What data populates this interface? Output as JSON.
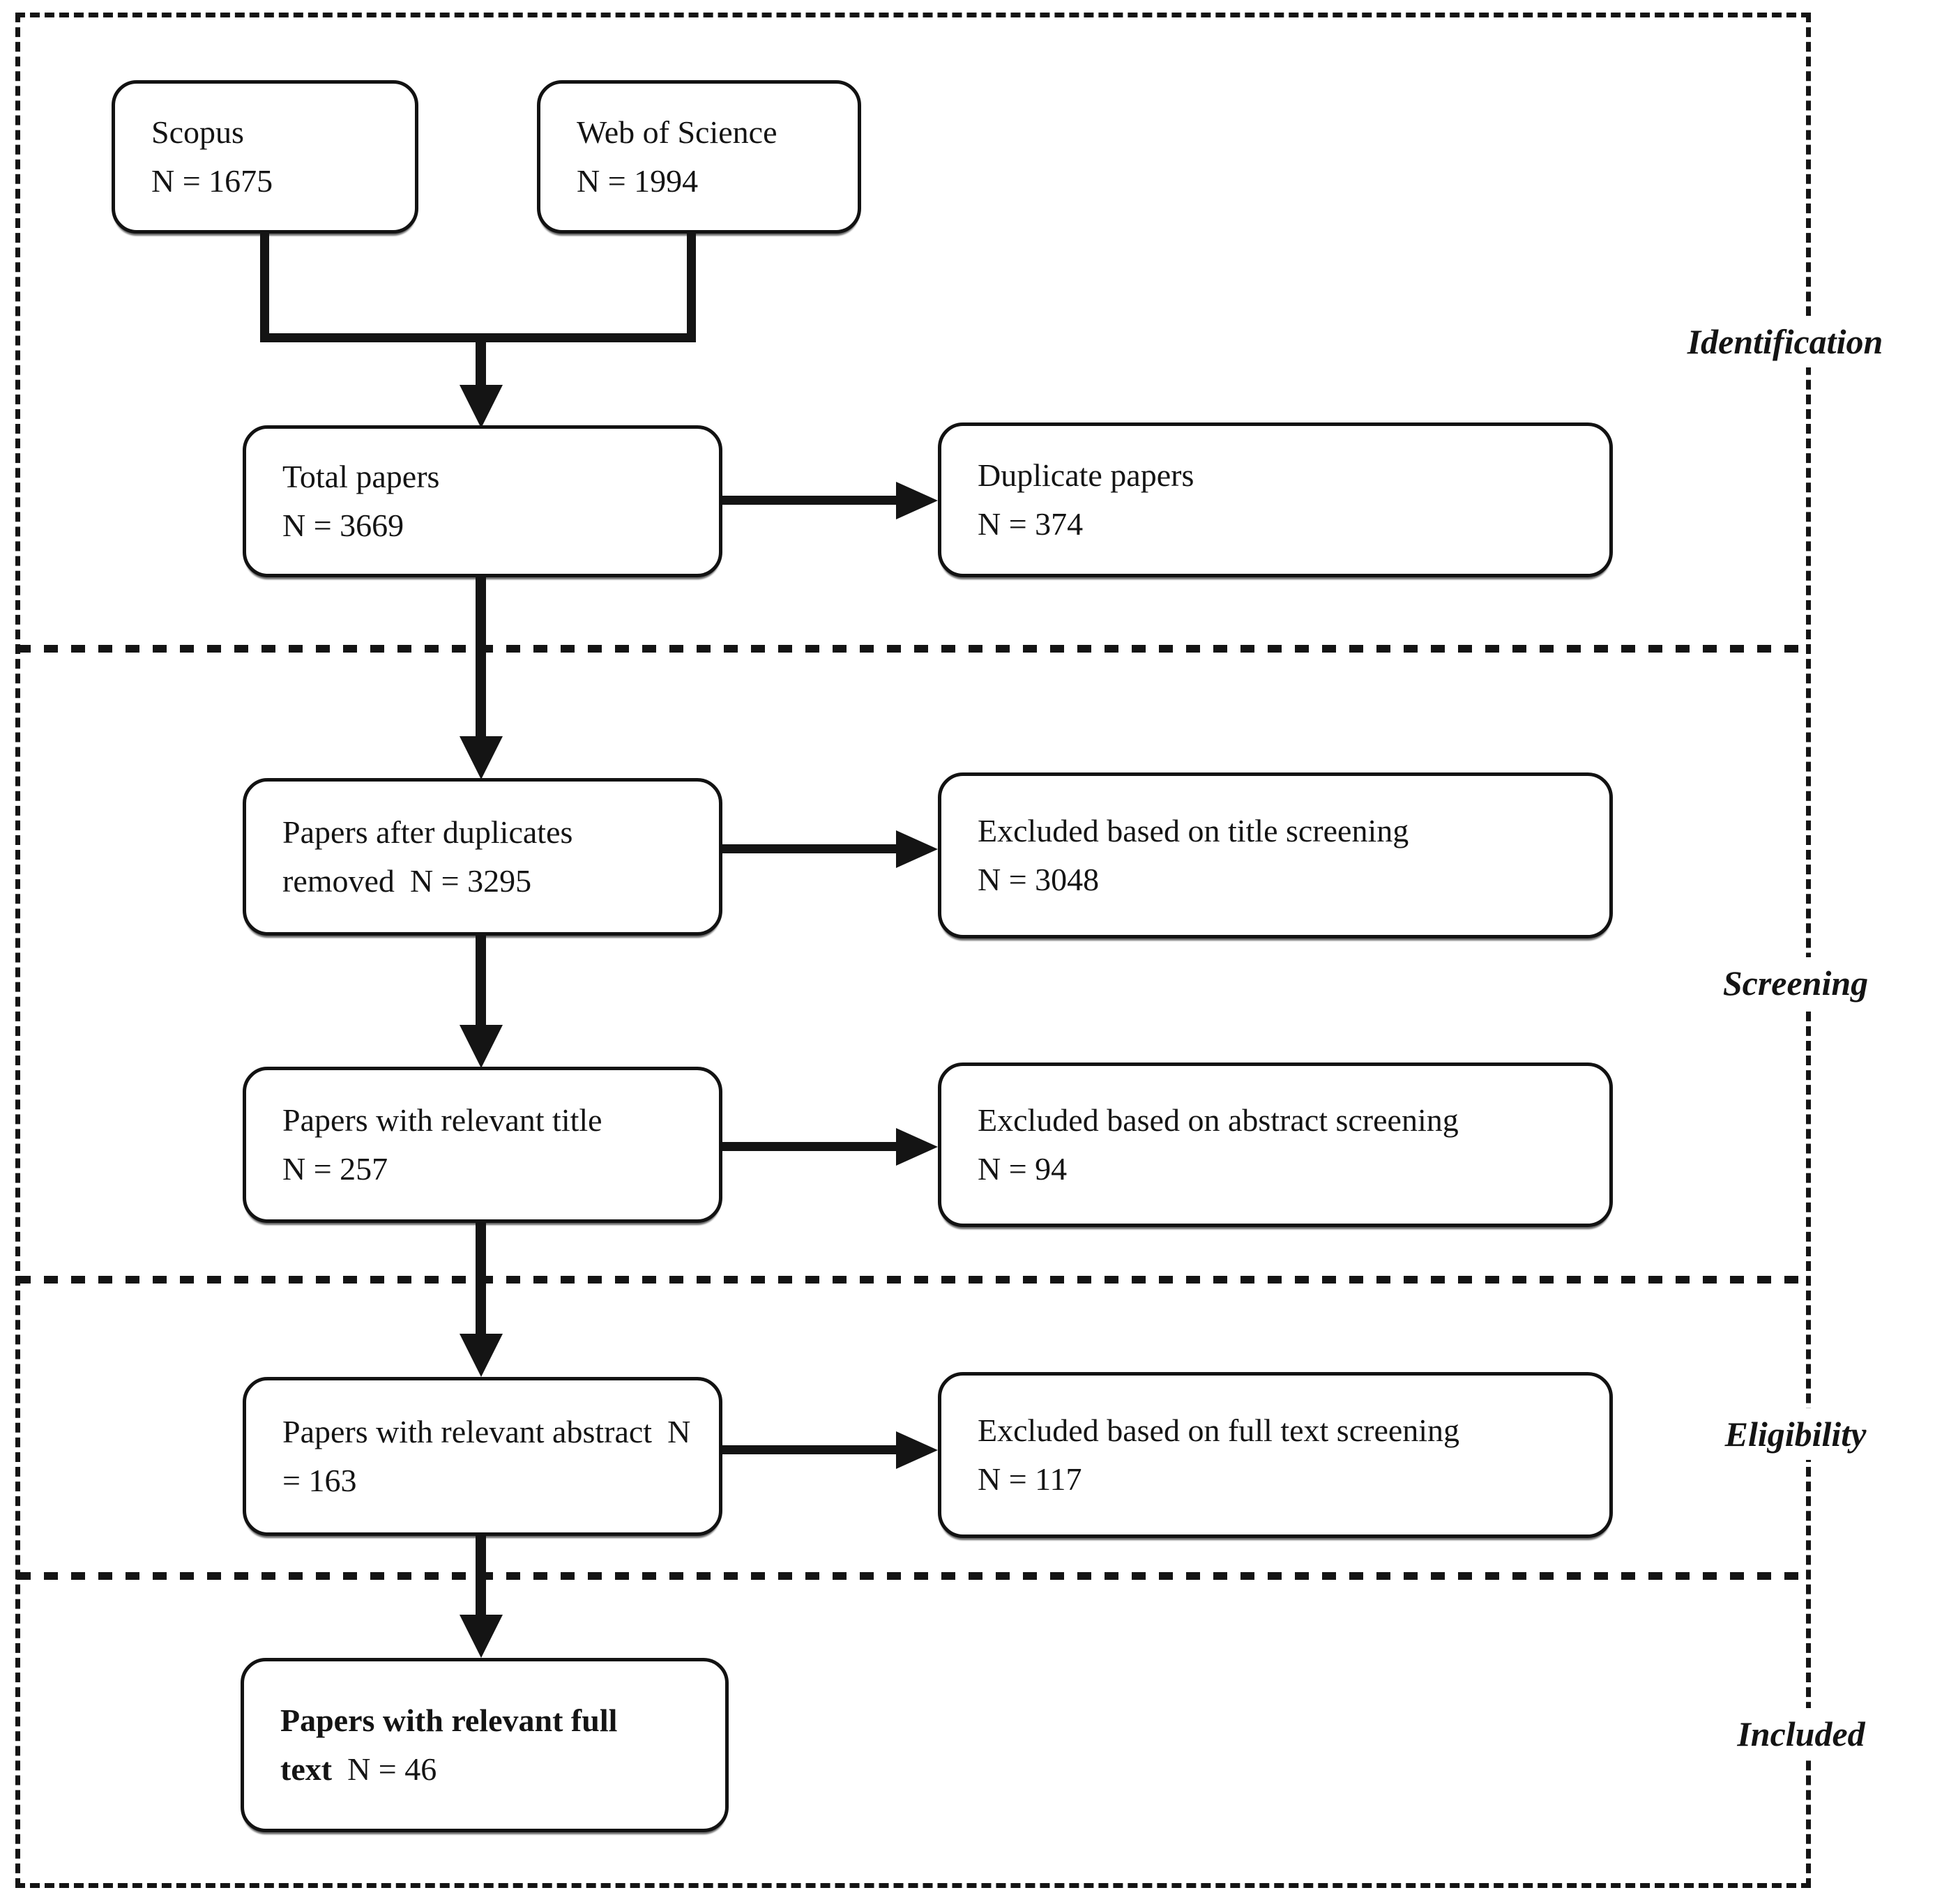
{
  "diagram": {
    "type": "prisma-flowchart",
    "stages": [
      {
        "label": "Identification"
      },
      {
        "label": "Screening"
      },
      {
        "label": "Eligibility"
      },
      {
        "label": "Included"
      }
    ],
    "nodes": {
      "scopus": {
        "label": "Scopus",
        "count": "N = 1675"
      },
      "web_of_science": {
        "label": "Web of Science",
        "count": "N = 1994"
      },
      "total_papers": {
        "label": "Total papers",
        "count": "N = 3669"
      },
      "duplicate_papers": {
        "label": "Duplicate papers",
        "count": "N = 374"
      },
      "after_duplicates": {
        "label": "Papers after duplicates removed",
        "count": "N = 3295"
      },
      "excluded_title": {
        "label": "Excluded based on title screening",
        "count": "N = 3048"
      },
      "relevant_title": {
        "label": "Papers with relevant title",
        "count": "N = 257"
      },
      "excluded_abstract": {
        "label": "Excluded based on abstract screening",
        "count": "N = 94"
      },
      "relevant_abstract": {
        "label": "Papers with relevant abstract",
        "count": "N = 163"
      },
      "excluded_fulltext": {
        "label": "Excluded based on full text screening",
        "count": "N = 117"
      },
      "relevant_fulltext": {
        "label": "Papers with relevant full text",
        "count": "N = 46"
      }
    },
    "colors": {
      "line": "#141414",
      "background": "#ffffff",
      "text": "#141414"
    }
  }
}
